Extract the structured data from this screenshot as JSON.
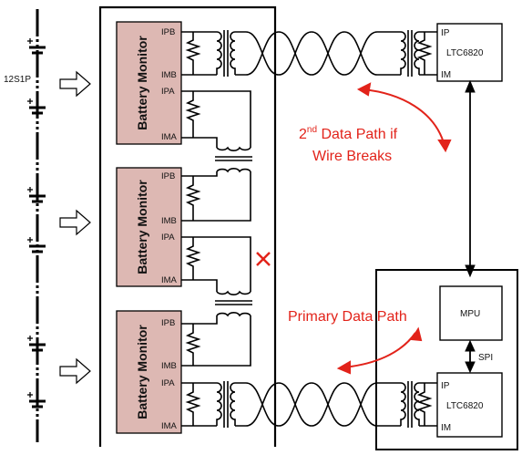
{
  "battery_label": "12S1P",
  "battery_monitor_label": "Battery Monitor",
  "pins": {
    "ipb": "IPB",
    "imb": "IMB",
    "ipa": "IPA",
    "ima": "IMA",
    "ip": "IP",
    "im": "IM"
  },
  "chips": {
    "top_transceiver": "LTC6820",
    "bottom_transceiver": "LTC6820",
    "mpu": "MPU",
    "spi": "SPI"
  },
  "annotations": {
    "second_path_prefix": "2",
    "second_path_sup": "nd",
    "second_path_line1_rest": " Data Path if",
    "second_path_line2": "Wire Breaks",
    "primary_path": "Primary Data Path"
  },
  "colors": {
    "monitor_fill": "#ddb8b3",
    "annotation_red": "#e2231a",
    "line": "#000000"
  }
}
